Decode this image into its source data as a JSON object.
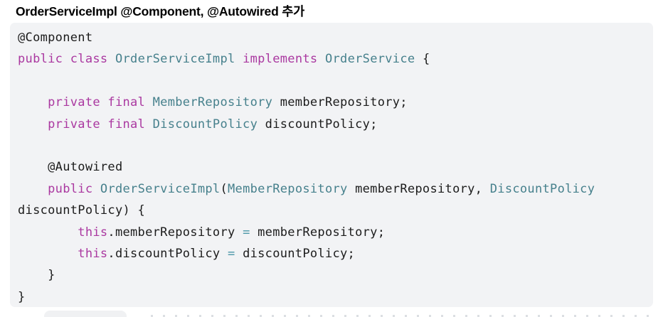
{
  "page": {
    "title": "OrderServiceImpl @Component, @Autowired 추가"
  },
  "colors": {
    "page_bg": "#ffffff",
    "title_text": "#000000",
    "code_bg": "#f2f3f5",
    "code_text": "#1c1c1c",
    "keyword": "#aa38a0",
    "type": "#46808c",
    "operator": "#4a96a7",
    "partial_chip_bg": "#f0f1f3",
    "cropped_text": "#dcdfe3"
  },
  "code_block": {
    "language": "java",
    "lines": [
      {
        "tokens": [
          {
            "c": "t",
            "v": "@Component"
          }
        ]
      },
      {
        "tokens": [
          {
            "c": "k",
            "v": "public class"
          },
          {
            "c": "t",
            "v": " "
          },
          {
            "c": "y",
            "v": "OrderServiceImpl"
          },
          {
            "c": "t",
            "v": " "
          },
          {
            "c": "k",
            "v": "implements"
          },
          {
            "c": "t",
            "v": " "
          },
          {
            "c": "y",
            "v": "OrderService"
          },
          {
            "c": "t",
            "v": " {"
          }
        ]
      },
      {
        "tokens": []
      },
      {
        "tokens": [
          {
            "c": "t",
            "v": "    "
          },
          {
            "c": "k",
            "v": "private final"
          },
          {
            "c": "t",
            "v": " "
          },
          {
            "c": "y",
            "v": "MemberRepository"
          },
          {
            "c": "t",
            "v": " memberRepository;"
          }
        ]
      },
      {
        "tokens": [
          {
            "c": "t",
            "v": "    "
          },
          {
            "c": "k",
            "v": "private final"
          },
          {
            "c": "t",
            "v": " "
          },
          {
            "c": "y",
            "v": "DiscountPolicy"
          },
          {
            "c": "t",
            "v": " discountPolicy;"
          }
        ]
      },
      {
        "tokens": []
      },
      {
        "tokens": [
          {
            "c": "t",
            "v": "    @Autowired"
          }
        ]
      },
      {
        "tokens": [
          {
            "c": "t",
            "v": "    "
          },
          {
            "c": "k",
            "v": "public"
          },
          {
            "c": "t",
            "v": " "
          },
          {
            "c": "y",
            "v": "OrderServiceImpl"
          },
          {
            "c": "t",
            "v": "("
          },
          {
            "c": "y",
            "v": "MemberRepository"
          },
          {
            "c": "t",
            "v": " memberRepository, "
          },
          {
            "c": "y",
            "v": "DiscountPolicy"
          }
        ]
      },
      {
        "tokens": [
          {
            "c": "t",
            "v": "discountPolicy) {"
          }
        ]
      },
      {
        "tokens": [
          {
            "c": "t",
            "v": "        "
          },
          {
            "c": "k",
            "v": "this"
          },
          {
            "c": "t",
            "v": ".memberRepository "
          },
          {
            "c": "o",
            "v": "="
          },
          {
            "c": "t",
            "v": " memberRepository;"
          }
        ]
      },
      {
        "tokens": [
          {
            "c": "t",
            "v": "        "
          },
          {
            "c": "k",
            "v": "this"
          },
          {
            "c": "t",
            "v": ".discountPolicy "
          },
          {
            "c": "o",
            "v": "="
          },
          {
            "c": "t",
            "v": " discountPolicy;"
          }
        ]
      },
      {
        "tokens": [
          {
            "c": "t",
            "v": "    }"
          }
        ]
      },
      {
        "tokens": [
          {
            "c": "t",
            "v": "}"
          }
        ]
      }
    ]
  }
}
